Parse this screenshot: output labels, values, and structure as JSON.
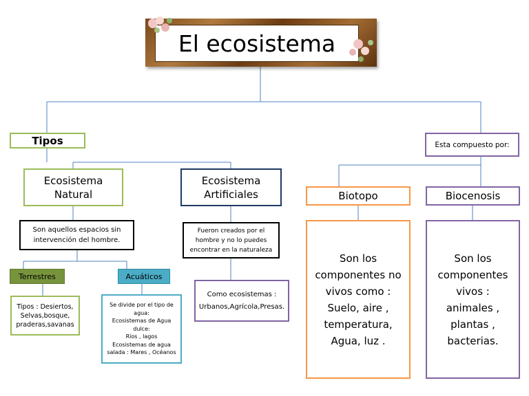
{
  "title": "El ecosistema",
  "tipos": "Tipos",
  "natural": {
    "title_line1": "Ecosistema",
    "title_line2": "Natural",
    "desc_line1": "Son aquellos espacios sin",
    "desc_line2": "intervención del hombre."
  },
  "artificial": {
    "title_line1": "Ecosistema",
    "title_line2": "Artificiales",
    "desc_line1": "Fueron creados por el",
    "desc_line2": "hombre y no  lo puedes",
    "desc_line3": "encontrar en la naturaleza",
    "examples_line1": "Como ecosistemas :",
    "examples_line2": "Urbanos,Agrícola,Presas."
  },
  "terrestres": {
    "label": "Terrestres",
    "line1": "Tipos : Desiertos,",
    "line2": "Selvas,bosque,",
    "line3": "praderas,savanas"
  },
  "acuaticos": {
    "label": "Acuáticos",
    "line1": "Se divide por el tipo de",
    "line2": "agua:",
    "line3": "Ecosistemas de Agua",
    "line4": "dulce:",
    "line5": "Ríos , lagos",
    "line6": "Ecosistemas de agua",
    "line7": "salada : Mares , Océanos"
  },
  "compuesto": "Esta compuesto por:",
  "biotopo": {
    "label": "Biotopo",
    "line1": "Son los",
    "line2": "componentes no",
    "line3": "vivos como :",
    "line4": "Suelo, aire  ,",
    "line5": "temperatura,",
    "line6": "Agua, luz ."
  },
  "biocenosis": {
    "label": "Biocenosis",
    "line1": "Son los",
    "line2": "componentes",
    "line3": "vivos :",
    "line4": "animales ,",
    "line5": "plantas ,",
    "line6": "bacterias."
  },
  "colors": {
    "connector": "#4f81bd",
    "green": "#9bbb59",
    "navy": "#1f3864",
    "purple": "#8064a2",
    "orange": "#f79646",
    "tag_green": "#77933c",
    "tag_blue": "#4bacc6"
  }
}
